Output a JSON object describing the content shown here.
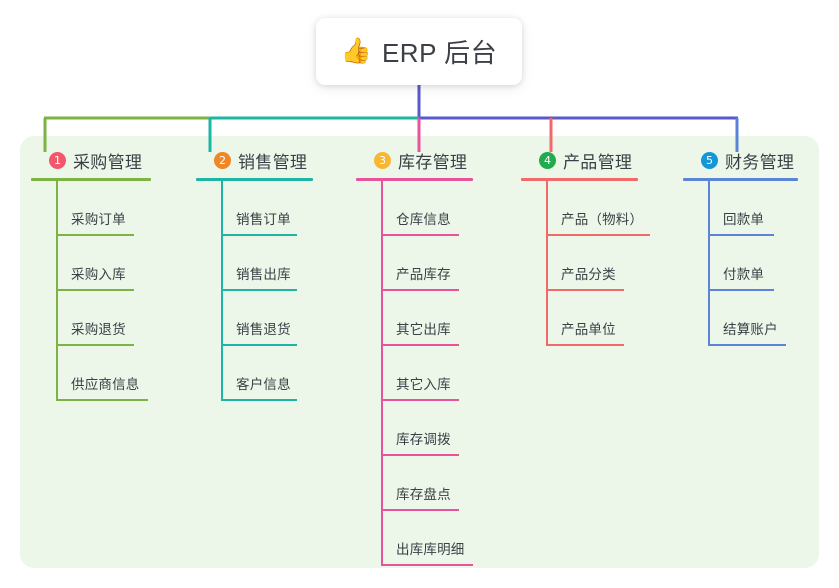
{
  "diagram": {
    "root": {
      "icon": "thumbs-up-icon",
      "emoji": "👍",
      "title": "ERP 后台"
    },
    "panel_color": "#edf7e9",
    "columns": [
      {
        "index": "1",
        "title": "采购管理",
        "badge_color": "#f2576a",
        "line_color": "#7cb342",
        "head_rule_width": 120,
        "items": [
          {
            "label": "采购订单",
            "rule_width": 78
          },
          {
            "label": "采购入库",
            "rule_width": 78
          },
          {
            "label": "采购退货",
            "rule_width": 78
          },
          {
            "label": "供应商信息",
            "rule_width": 92
          }
        ]
      },
      {
        "index": "2",
        "title": "销售管理",
        "badge_color": "#f08626",
        "line_color": "#1fb5a5",
        "head_rule_width": 117,
        "items": [
          {
            "label": "销售订单",
            "rule_width": 76
          },
          {
            "label": "销售出库",
            "rule_width": 76
          },
          {
            "label": "销售退货",
            "rule_width": 76
          },
          {
            "label": "客户信息",
            "rule_width": 76
          }
        ]
      },
      {
        "index": "3",
        "title": "库存管理",
        "badge_color": "#f7b733",
        "line_color": "#e8549c",
        "head_rule_width": 117,
        "items": [
          {
            "label": "仓库信息",
            "rule_width": 78
          },
          {
            "label": "产品库存",
            "rule_width": 78
          },
          {
            "label": "其它出库",
            "rule_width": 78
          },
          {
            "label": "其它入库",
            "rule_width": 78
          },
          {
            "label": "库存调拨",
            "rule_width": 78
          },
          {
            "label": "库存盘点",
            "rule_width": 78
          },
          {
            "label": "出库库明细",
            "rule_width": 92
          }
        ]
      },
      {
        "index": "4",
        "title": "产品管理",
        "badge_color": "#22ab4e",
        "line_color": "#f06a6a",
        "head_rule_width": 117,
        "items": [
          {
            "label": "产品（物料）",
            "rule_width": 104
          },
          {
            "label": "产品分类",
            "rule_width": 78
          },
          {
            "label": "产品单位",
            "rule_width": 78
          }
        ]
      },
      {
        "index": "5",
        "title": "财务管理",
        "badge_color": "#1596d6",
        "line_color": "#5b83d6",
        "head_rule_width": 115,
        "items": [
          {
            "label": "回款单",
            "rule_width": 66
          },
          {
            "label": "付款单",
            "rule_width": 66
          },
          {
            "label": "结算账户",
            "rule_width": 78
          }
        ]
      }
    ],
    "connectors": {
      "stem_color": "#5b58c9",
      "bus_left_color": "#7cb342",
      "bus_mid_color": "#1fb5a5",
      "bus_right_color": "#5b58c9"
    }
  }
}
